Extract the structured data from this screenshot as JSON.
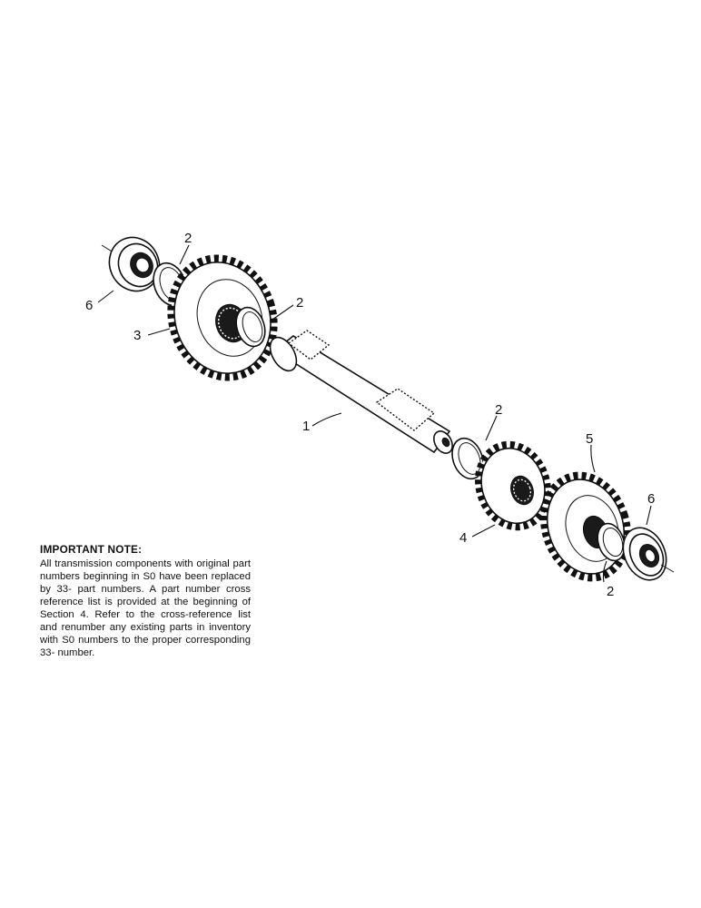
{
  "callouts": {
    "c1": "1",
    "c2a": "2",
    "c2b": "2",
    "c2c": "2",
    "c2d": "2",
    "c3": "3",
    "c4": "4",
    "c5": "5",
    "c6a": "6",
    "c6b": "6"
  },
  "note": {
    "title": "IMPORTANT NOTE:",
    "body": "All transmission components with original part numbers beginning in S0 have been replaced by 33- part numbers. A part number cross reference list is provided at the beginning of Section 4. Refer to the cross-reference list and renumber any existing parts in inventory with S0 numbers to the proper corresponding 33- number."
  }
}
